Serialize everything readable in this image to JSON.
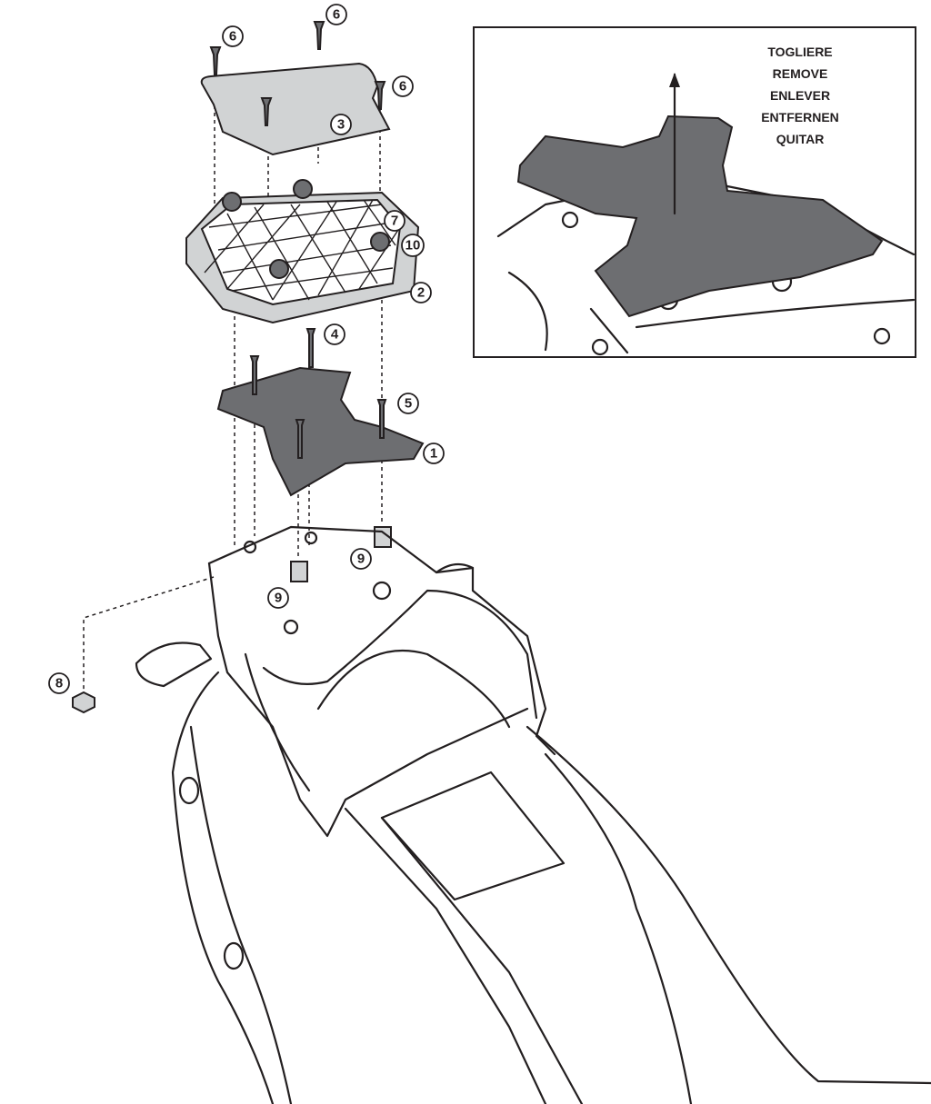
{
  "inset": {
    "instruction": [
      "TOGLIERE",
      "REMOVE",
      "ENLEVER",
      "ENTFERNEN",
      "QUITAR"
    ]
  },
  "callouts": {
    "c1": "1",
    "c2": "2",
    "c3": "3",
    "c4": "4",
    "c5": "5",
    "c6": "6",
    "c7": "7",
    "c8": "8",
    "c9": "9",
    "c10": "10"
  }
}
